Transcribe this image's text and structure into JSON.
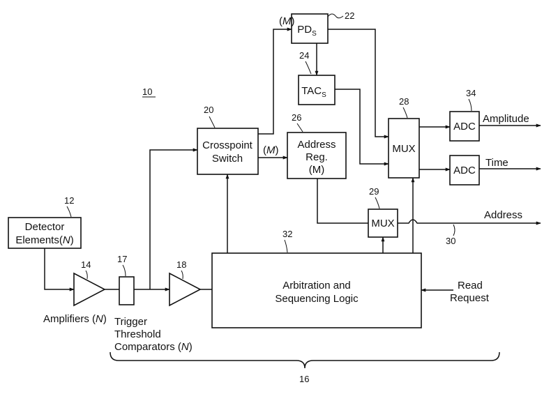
{
  "figure_ref": "10",
  "blocks": {
    "pd": {
      "label": "PD",
      "sub": "S",
      "ref": "22"
    },
    "tac": {
      "label": "TAC",
      "sub": "S",
      "ref": "24"
    },
    "crosspoint": {
      "line1": "Crosspoint",
      "line2": "Switch",
      "ref": "20"
    },
    "address_reg": {
      "line1": "Address",
      "line2": "Reg.",
      "line3": "(M)",
      "ref": "26"
    },
    "mux_main": {
      "label": "MUX",
      "ref": "28"
    },
    "mux_addr": {
      "label": "MUX",
      "ref": "29"
    },
    "adc_amp": {
      "label": "ADC",
      "ref": "34"
    },
    "adc_time": {
      "label": "ADC"
    },
    "detector": {
      "line1": "Detector",
      "line2": "Elements(",
      "line2_n": "N",
      "line2_end": ")",
      "ref": "12"
    },
    "amp1": {
      "ref": "14"
    },
    "comparator": {
      "ref": "17"
    },
    "amp2": {
      "ref": "18"
    },
    "arbitration": {
      "line1": "Arbitration and",
      "line2": "Sequencing Logic",
      "ref": "32"
    }
  },
  "signals": {
    "m_top": {
      "open": "(",
      "m": "M",
      "close": ")"
    },
    "m_mid": {
      "open": "(",
      "m": "M",
      "close": ")"
    },
    "amplitude": "Amplitude",
    "time": "Time",
    "address": "Address",
    "address_ref": "30",
    "read_line1": "Read",
    "read_line2": "Request"
  },
  "captions": {
    "amplifiers": "Amplifiers (",
    "amplifiers_n": "N",
    "amplifiers_end": ")",
    "trigger1": "Trigger",
    "trigger2": "Threshold",
    "trigger3": "Comparators (",
    "trigger3_n": "N",
    "trigger3_end": ")",
    "brace_ref": "16"
  }
}
